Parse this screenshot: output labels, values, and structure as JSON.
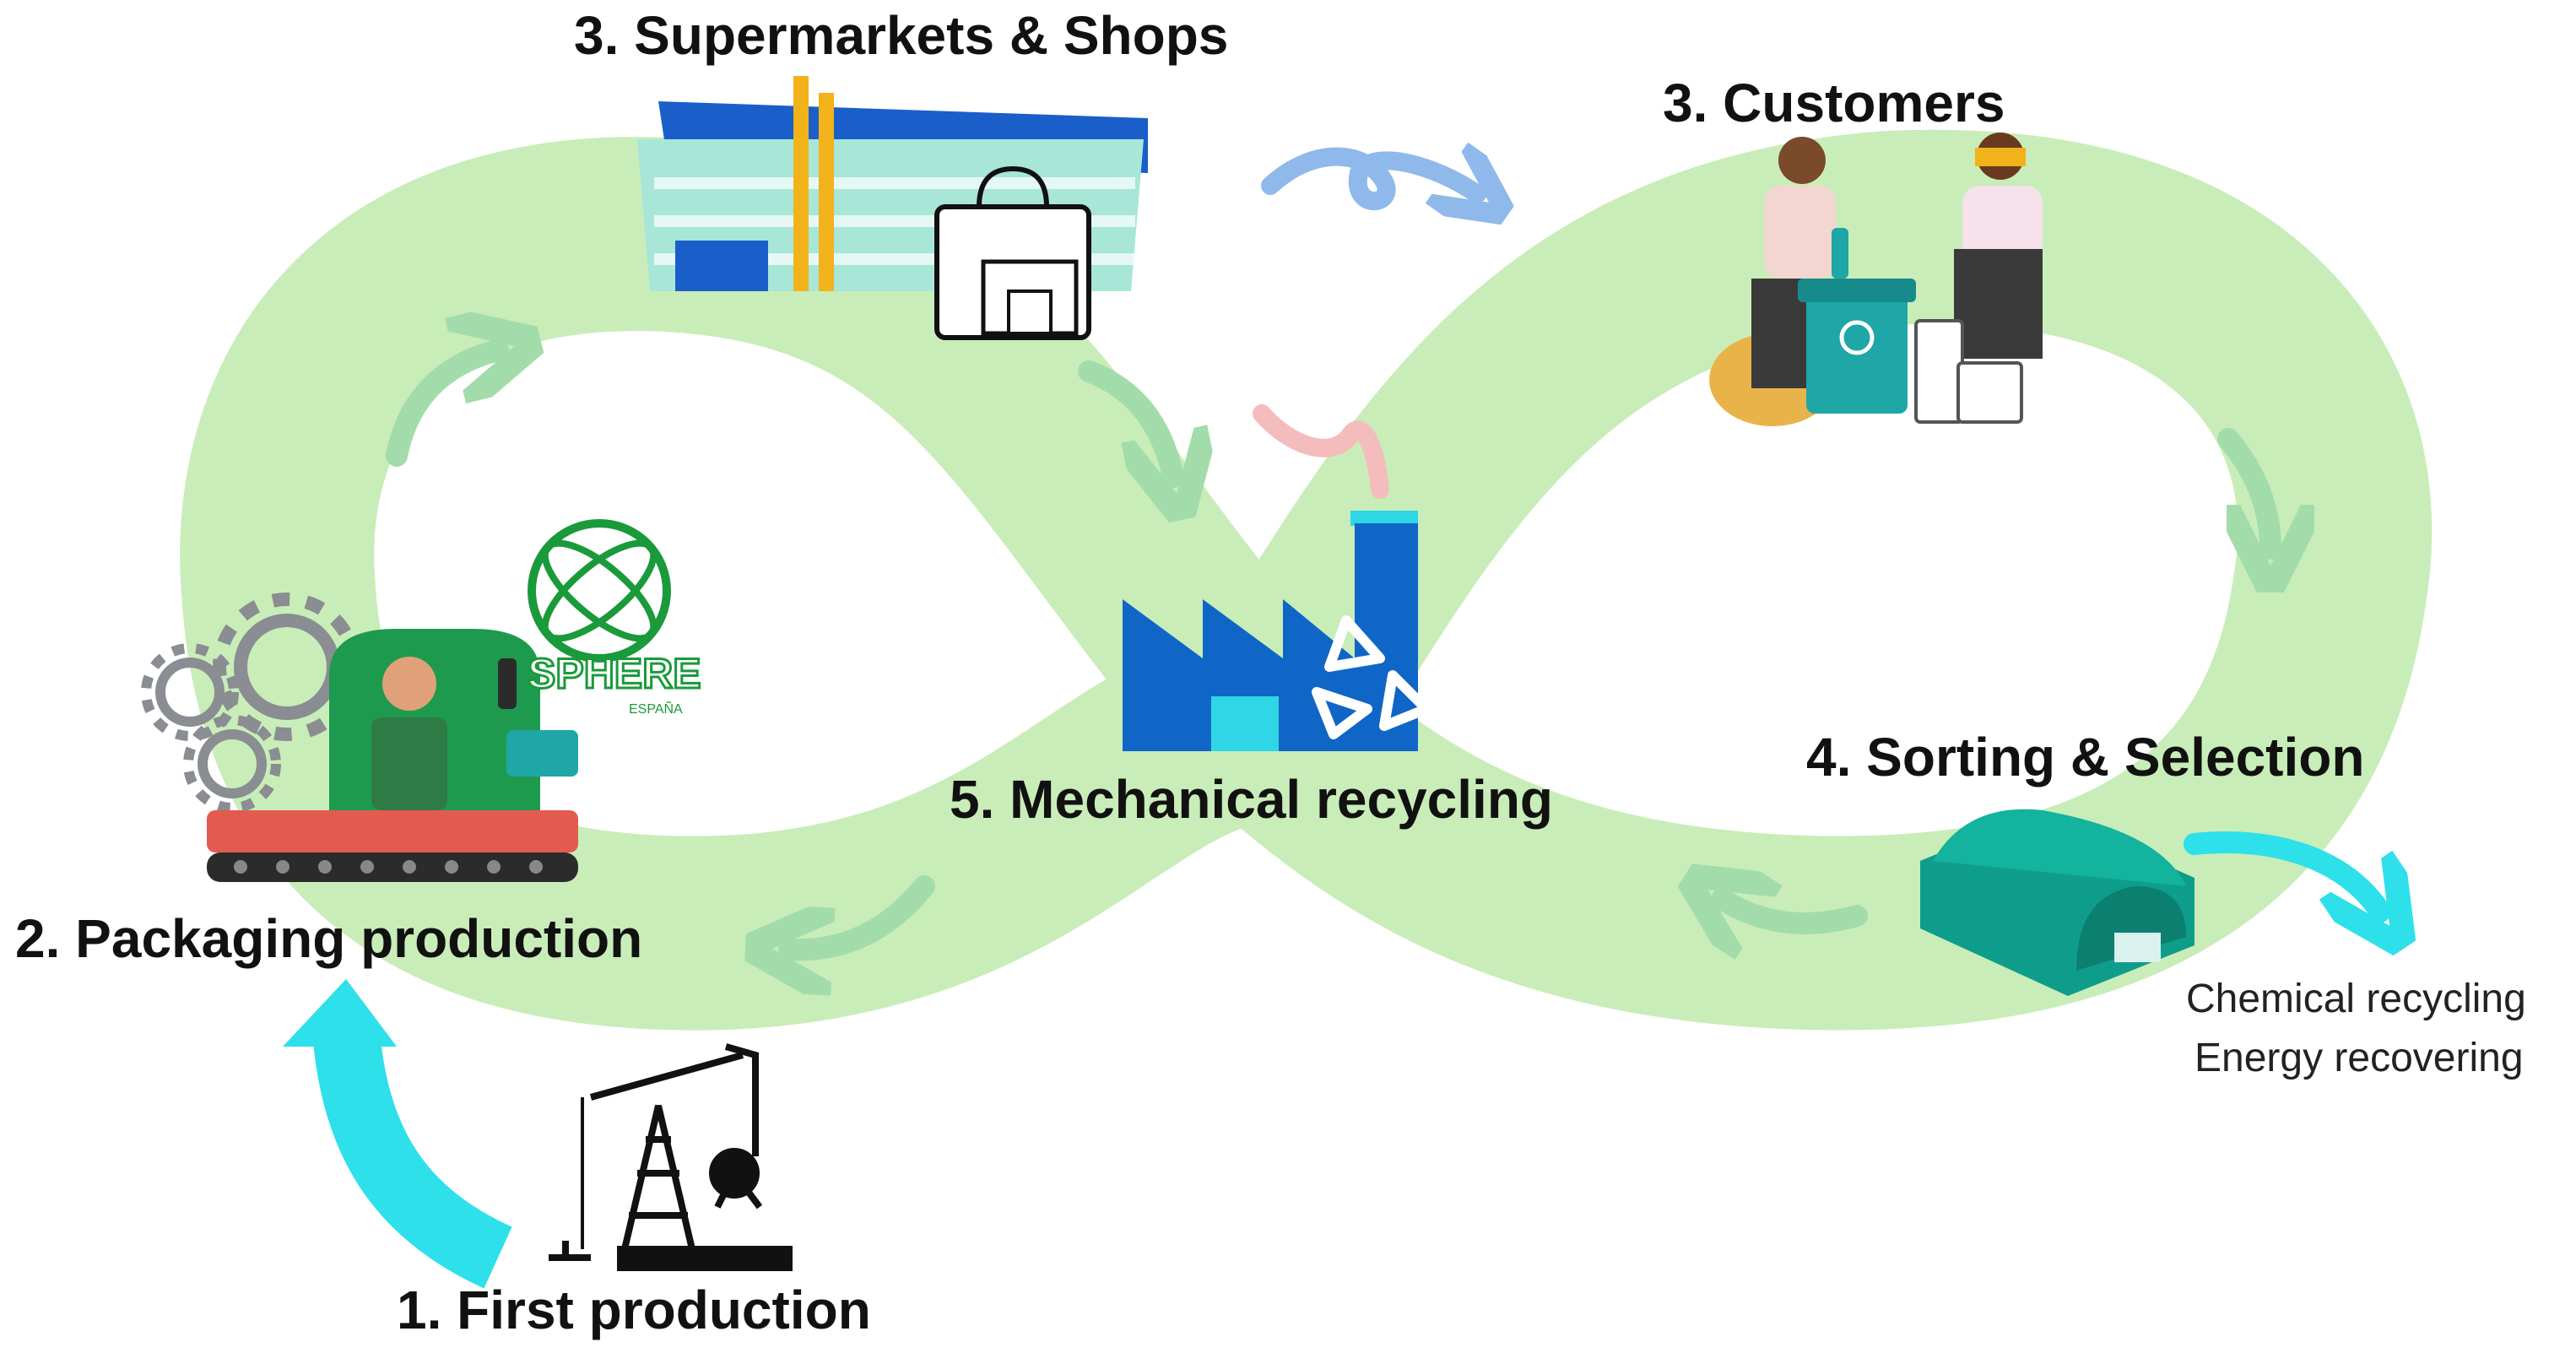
{
  "stages": {
    "first_production": "1. First production",
    "packaging_production": "2. Packaging production",
    "supermarkets_shops": "3. Supermarkets & Shops",
    "customers": "3. Customers",
    "sorting_selection": "4. Sorting & Selection",
    "mechanical_recycling": "5. Mechanical recycling"
  },
  "side_outputs": [
    "Chemical recycling",
    "Energy recovering"
  ],
  "logo": {
    "name": "SPHERE",
    "sub": "ESPAÑA"
  },
  "colors": {
    "loop": "#c9edb8",
    "flow_arrow": "#a3dcab",
    "input_arrow": "#2ee0ea",
    "top_arrow": "#8fb9ea",
    "factory_arrow": "#f4bcbc",
    "factory": "#0f66c6",
    "shop_glass": "#a8e6d8",
    "shop_pole": "#f2b21a",
    "gear": "#8a8d92",
    "conveyor": "#e35a4e",
    "worker": "#1e9a4e",
    "hangar": "#0f9d8b",
    "bin": "#1fa6a6",
    "logo_green": "#1a9a3a"
  }
}
